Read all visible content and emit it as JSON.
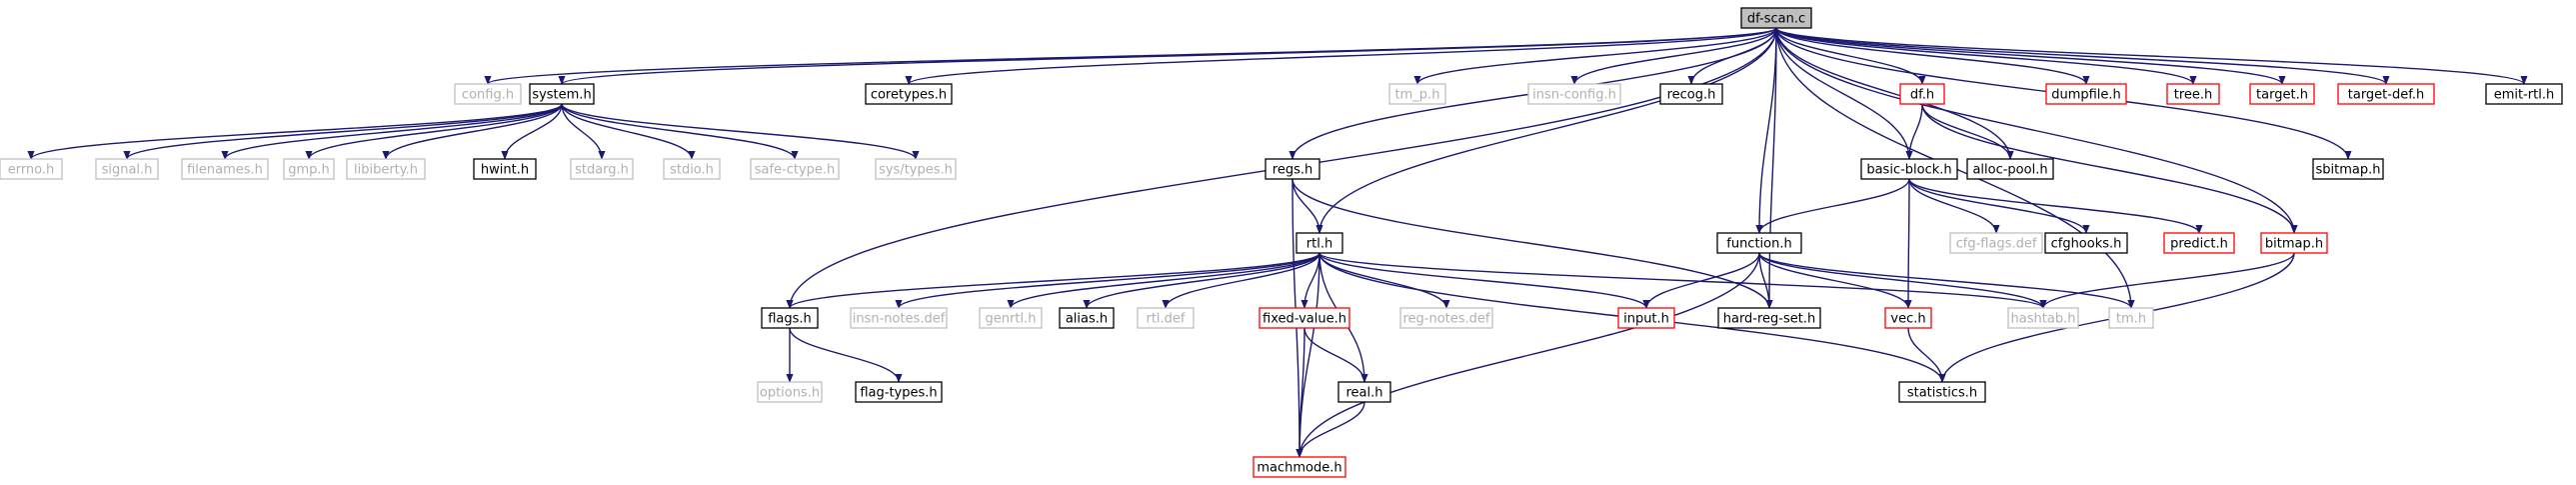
{
  "graph": {
    "root": "df-scan.c",
    "colors": {
      "root_fill": "#bfbfbf",
      "root_border": "#000000",
      "documented_border": "#000000",
      "truncated_border": "#ff0000",
      "undocumented_border": "#c0c0c0",
      "edge": "#191970"
    },
    "nodes": [
      {
        "id": "df-scan.c",
        "label": "df-scan.c",
        "kind": "root"
      },
      {
        "id": "config.h",
        "label": "config.h",
        "kind": "grey"
      },
      {
        "id": "system.h",
        "label": "system.h",
        "kind": "black"
      },
      {
        "id": "coretypes.h",
        "label": "coretypes.h",
        "kind": "black"
      },
      {
        "id": "tm_p.h",
        "label": "tm_p.h",
        "kind": "grey"
      },
      {
        "id": "insn-config.h",
        "label": "insn-config.h",
        "kind": "grey"
      },
      {
        "id": "recog.h",
        "label": "recog.h",
        "kind": "black"
      },
      {
        "id": "df.h",
        "label": "df.h",
        "kind": "red"
      },
      {
        "id": "dumpfile.h",
        "label": "dumpfile.h",
        "kind": "red"
      },
      {
        "id": "tree.h",
        "label": "tree.h",
        "kind": "red"
      },
      {
        "id": "target.h",
        "label": "target.h",
        "kind": "red"
      },
      {
        "id": "target-def.h",
        "label": "target-def.h",
        "kind": "red"
      },
      {
        "id": "emit-rtl.h",
        "label": "emit-rtl.h",
        "kind": "black"
      },
      {
        "id": "errno.h",
        "label": "errno.h",
        "kind": "grey"
      },
      {
        "id": "signal.h",
        "label": "signal.h",
        "kind": "grey"
      },
      {
        "id": "filenames.h",
        "label": "filenames.h",
        "kind": "grey"
      },
      {
        "id": "gmp.h",
        "label": "gmp.h",
        "kind": "grey"
      },
      {
        "id": "libiberty.h",
        "label": "libiberty.h",
        "kind": "grey"
      },
      {
        "id": "hwint.h",
        "label": "hwint.h",
        "kind": "black"
      },
      {
        "id": "stdarg.h",
        "label": "stdarg.h",
        "kind": "grey"
      },
      {
        "id": "stdio.h",
        "label": "stdio.h",
        "kind": "grey"
      },
      {
        "id": "safe-ctype.h",
        "label": "safe-ctype.h",
        "kind": "grey"
      },
      {
        "id": "sys/types.h",
        "label": "sys/types.h",
        "kind": "grey"
      },
      {
        "id": "regs.h",
        "label": "regs.h",
        "kind": "black"
      },
      {
        "id": "basic-block.h",
        "label": "basic-block.h",
        "kind": "black"
      },
      {
        "id": "alloc-pool.h",
        "label": "alloc-pool.h",
        "kind": "black"
      },
      {
        "id": "sbitmap.h",
        "label": "sbitmap.h",
        "kind": "black"
      },
      {
        "id": "rtl.h",
        "label": "rtl.h",
        "kind": "black"
      },
      {
        "id": "function.h",
        "label": "function.h",
        "kind": "black"
      },
      {
        "id": "cfg-flags.def",
        "label": "cfg-flags.def",
        "kind": "grey"
      },
      {
        "id": "cfghooks.h",
        "label": "cfghooks.h",
        "kind": "black"
      },
      {
        "id": "predict.h",
        "label": "predict.h",
        "kind": "red"
      },
      {
        "id": "bitmap.h",
        "label": "bitmap.h",
        "kind": "red"
      },
      {
        "id": "flags.h",
        "label": "flags.h",
        "kind": "black"
      },
      {
        "id": "insn-notes.def",
        "label": "insn-notes.def",
        "kind": "grey"
      },
      {
        "id": "genrtl.h",
        "label": "genrtl.h",
        "kind": "grey"
      },
      {
        "id": "alias.h",
        "label": "alias.h",
        "kind": "black"
      },
      {
        "id": "rtl.def",
        "label": "rtl.def",
        "kind": "grey"
      },
      {
        "id": "fixed-value.h",
        "label": "fixed-value.h",
        "kind": "red"
      },
      {
        "id": "reg-notes.def",
        "label": "reg-notes.def",
        "kind": "grey"
      },
      {
        "id": "input.h",
        "label": "input.h",
        "kind": "red"
      },
      {
        "id": "hard-reg-set.h",
        "label": "hard-reg-set.h",
        "kind": "black"
      },
      {
        "id": "vec.h",
        "label": "vec.h",
        "kind": "red"
      },
      {
        "id": "hashtab.h",
        "label": "hashtab.h",
        "kind": "grey"
      },
      {
        "id": "tm.h",
        "label": "tm.h",
        "kind": "grey"
      },
      {
        "id": "options.h",
        "label": "options.h",
        "kind": "grey"
      },
      {
        "id": "flag-types.h",
        "label": "flag-types.h",
        "kind": "black"
      },
      {
        "id": "real.h",
        "label": "real.h",
        "kind": "black"
      },
      {
        "id": "statistics.h",
        "label": "statistics.h",
        "kind": "black"
      },
      {
        "id": "machmode.h",
        "label": "machmode.h",
        "kind": "red"
      }
    ],
    "edges": [
      [
        "df-scan.c",
        "config.h"
      ],
      [
        "df-scan.c",
        "system.h"
      ],
      [
        "df-scan.c",
        "coretypes.h"
      ],
      [
        "df-scan.c",
        "tm_p.h"
      ],
      [
        "df-scan.c",
        "insn-config.h"
      ],
      [
        "df-scan.c",
        "recog.h"
      ],
      [
        "df-scan.c",
        "df.h"
      ],
      [
        "df-scan.c",
        "dumpfile.h"
      ],
      [
        "df-scan.c",
        "tree.h"
      ],
      [
        "df-scan.c",
        "target.h"
      ],
      [
        "df-scan.c",
        "target-def.h"
      ],
      [
        "df-scan.c",
        "emit-rtl.h"
      ],
      [
        "df-scan.c",
        "regs.h"
      ],
      [
        "df-scan.c",
        "rtl.h"
      ],
      [
        "df-scan.c",
        "flags.h"
      ],
      [
        "df-scan.c",
        "function.h"
      ],
      [
        "df-scan.c",
        "basic-block.h"
      ],
      [
        "df-scan.c",
        "alloc-pool.h"
      ],
      [
        "df-scan.c",
        "sbitmap.h"
      ],
      [
        "df-scan.c",
        "bitmap.h"
      ],
      [
        "df-scan.c",
        "hard-reg-set.h"
      ],
      [
        "df-scan.c",
        "tm.h"
      ],
      [
        "system.h",
        "errno.h"
      ],
      [
        "system.h",
        "signal.h"
      ],
      [
        "system.h",
        "filenames.h"
      ],
      [
        "system.h",
        "gmp.h"
      ],
      [
        "system.h",
        "libiberty.h"
      ],
      [
        "system.h",
        "hwint.h"
      ],
      [
        "system.h",
        "stdarg.h"
      ],
      [
        "system.h",
        "stdio.h"
      ],
      [
        "system.h",
        "safe-ctype.h"
      ],
      [
        "system.h",
        "sys/types.h"
      ],
      [
        "df.h",
        "basic-block.h"
      ],
      [
        "df.h",
        "alloc-pool.h"
      ],
      [
        "df.h",
        "bitmap.h"
      ],
      [
        "regs.h",
        "rtl.h"
      ],
      [
        "regs.h",
        "hard-reg-set.h"
      ],
      [
        "regs.h",
        "machmode.h"
      ],
      [
        "basic-block.h",
        "function.h"
      ],
      [
        "basic-block.h",
        "cfg-flags.def"
      ],
      [
        "basic-block.h",
        "cfghooks.h"
      ],
      [
        "basic-block.h",
        "predict.h"
      ],
      [
        "basic-block.h",
        "vec.h"
      ],
      [
        "bitmap.h",
        "hashtab.h"
      ],
      [
        "bitmap.h",
        "statistics.h"
      ],
      [
        "rtl.h",
        "flags.h"
      ],
      [
        "rtl.h",
        "insn-notes.def"
      ],
      [
        "rtl.h",
        "genrtl.h"
      ],
      [
        "rtl.h",
        "alias.h"
      ],
      [
        "rtl.h",
        "rtl.def"
      ],
      [
        "rtl.h",
        "fixed-value.h"
      ],
      [
        "rtl.h",
        "reg-notes.def"
      ],
      [
        "rtl.h",
        "input.h"
      ],
      [
        "rtl.h",
        "hashtab.h"
      ],
      [
        "rtl.h",
        "real.h"
      ],
      [
        "rtl.h",
        "statistics.h"
      ],
      [
        "rtl.h",
        "machmode.h"
      ],
      [
        "function.h",
        "input.h"
      ],
      [
        "function.h",
        "hard-reg-set.h"
      ],
      [
        "function.h",
        "vec.h"
      ],
      [
        "function.h",
        "hashtab.h"
      ],
      [
        "function.h",
        "tm.h"
      ],
      [
        "function.h",
        "machmode.h"
      ],
      [
        "flags.h",
        "options.h"
      ],
      [
        "flags.h",
        "flag-types.h"
      ],
      [
        "fixed-value.h",
        "real.h"
      ],
      [
        "fixed-value.h",
        "machmode.h"
      ],
      [
        "real.h",
        "machmode.h"
      ],
      [
        "vec.h",
        "statistics.h"
      ]
    ]
  }
}
